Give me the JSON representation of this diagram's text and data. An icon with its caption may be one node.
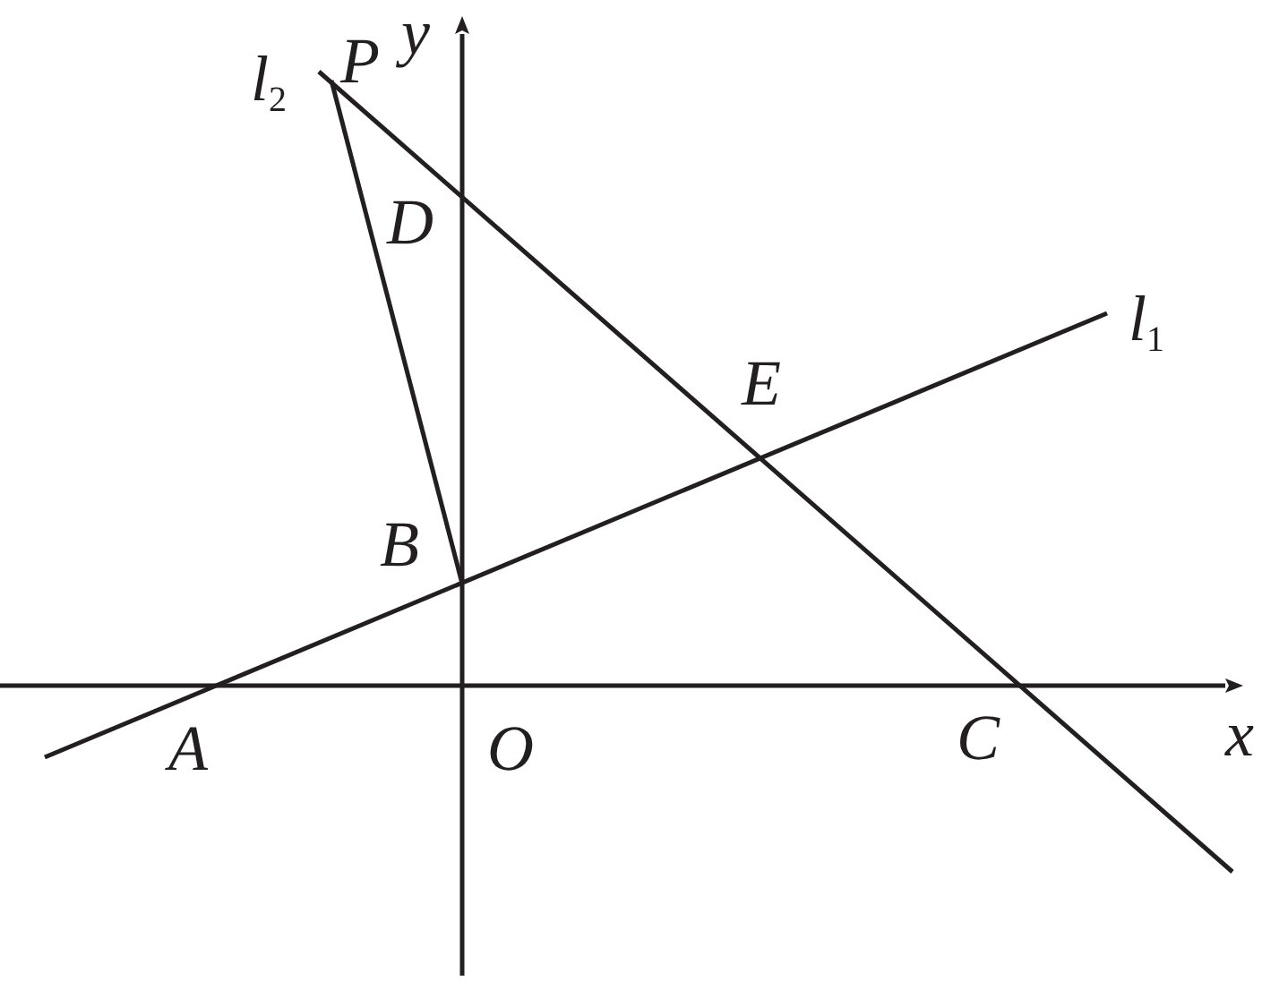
{
  "diagram": {
    "labels": [
      "l$_{2}$",
      "P",
      "y",
      "D",
      "l$_{1}$",
      "E",
      "B",
      "A",
      "O",
      "C",
      "x"
    ]
  }
}
